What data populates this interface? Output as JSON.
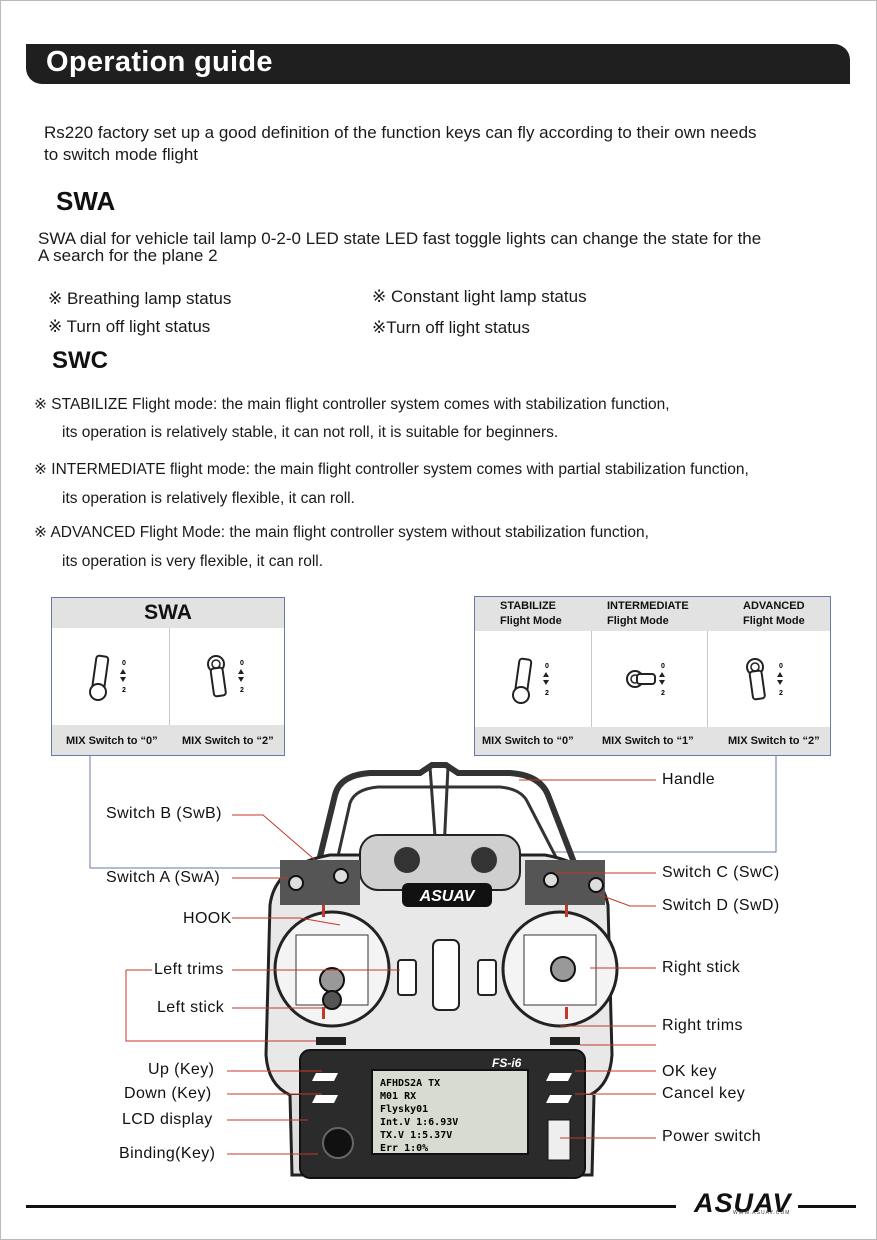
{
  "header": {
    "title": "Operation guide"
  },
  "intro": {
    "line1": "Rs220 factory set up a good definition of the function keys can fly according to their own needs",
    "line2": "to switch mode flight"
  },
  "swa_section": {
    "heading": "SWA",
    "desc_line1": "SWA dial for vehicle tail lamp 0-2-0 LED state LED fast toggle lights can change the state for the",
    "desc_line2": "A search for the plane 2",
    "states": [
      "※ Breathing lamp status",
      "※ Constant light lamp status",
      "※ Turn off light status",
      "※Turn off light status"
    ]
  },
  "swc_section": {
    "heading": "SWC",
    "modes": [
      {
        "line1": "※ STABILIZE Flight mode: the main flight controller system comes with stabilization function,",
        "line2": "its operation is relatively stable, it can not roll, it is suitable for beginners."
      },
      {
        "line1": "※ INTERMEDIATE flight mode: the main flight controller system comes with  partial stabilization function,",
        "line2": "its operation is relatively flexible, it can roll."
      },
      {
        "line1": "※ ADVANCED Flight Mode: the main flight controller system without stabilization function,",
        "line2": "its operation is very flexible, it can roll."
      }
    ]
  },
  "swa_panel": {
    "title": "SWA",
    "foot_left": "MIX Switch to “0”",
    "foot_right": "MIX Switch to “2”"
  },
  "swc_panel": {
    "cols": [
      {
        "title1": "STABILIZE",
        "title2": "Flight Mode",
        "foot": "MIX Switch to “0”"
      },
      {
        "title1": "INTERMEDIATE",
        "title2": "Flight Mode",
        "foot": "MIX Switch to “1”"
      },
      {
        "title1": "ADVANCED",
        "title2": "Flight Mode",
        "foot": "MIX Switch to “2”"
      }
    ]
  },
  "switch_marks": {
    "zero": "0",
    "two": "2"
  },
  "callouts": {
    "handle": "Handle",
    "switch_b": "Switch B (SwB)",
    "switch_a": "Switch A (SwA)",
    "hook": "HOOK",
    "left_trims": "Left trims",
    "left_stick": "Left stick",
    "up_key": "Up (Key)",
    "down_key": "Down (Key)",
    "lcd_display": "LCD display",
    "binding_key": "Binding(Key)",
    "switch_c": "Switch C (SwC)",
    "switch_d": "Switch D (SwD)",
    "right_stick": "Right stick",
    "right_trims": "Right trims",
    "ok_key": "OK key",
    "cancel_key": "Cancel key",
    "power_switch": "Power switch"
  },
  "transmitter": {
    "brand": "ASUAV",
    "model": "FS-i6",
    "lcd_lines": [
      "AFHDS2A TX",
      "M01     RX",
      "Flysky01",
      "Int.V 1:6.93V",
      "TX.V 1:5.37V",
      "Err 1:0%"
    ]
  },
  "footer": {
    "logo": "ASUAV",
    "url": "WWW.ASUAV.COM"
  },
  "colors": {
    "callout_line": "#c0392b",
    "panel_border": "#6a7aa8",
    "header_bg": "#1f1f1f"
  }
}
